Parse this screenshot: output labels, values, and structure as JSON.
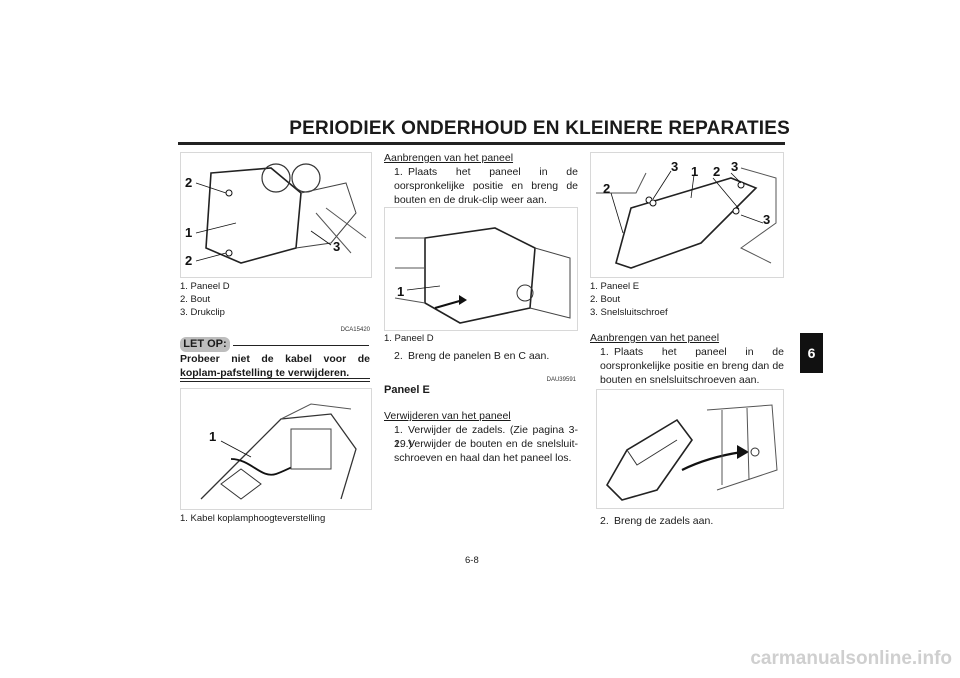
{
  "header": {
    "title": "PERIODIEK ONDERHOUD EN KLEINERE REPARATIES"
  },
  "chapter_tab": "6",
  "figures": {
    "fig1": {
      "callouts": [
        "2",
        "1",
        "2",
        "3"
      ],
      "caption": [
        "1. Paneel D",
        "2. Bout",
        "3. Drukclip"
      ],
      "code": "DCA15420"
    },
    "fig2": {
      "callouts": [
        "1"
      ],
      "caption": [
        "1. Kabel koplamphoogteverstelling"
      ]
    },
    "fig3": {
      "callouts": [
        "1"
      ],
      "caption": [
        "1. Paneel D"
      ]
    },
    "fig4": {
      "callouts": [
        "3",
        "1",
        "2",
        "3",
        "2",
        "3"
      ],
      "caption": [
        "1. Paneel E",
        "2. Bout",
        "3. Snelsluitschroef"
      ]
    }
  },
  "warning": {
    "label": "LET OP:",
    "text": "Probeer niet de kabel voor de koplam-pafstelling te verwijderen."
  },
  "middle": {
    "subhead": "Aanbrengen van het paneel",
    "step1_num": "1.",
    "step1": "Plaats het paneel in de oorspronkelijke positie en breng de bouten en de druk-clip weer aan.",
    "step2_num": "2.",
    "step2": "Breng de panelen B en C aan.",
    "code": "DAU39591",
    "section_title": "Paneel E",
    "subhead2": "Verwijderen van het paneel",
    "step3_num": "1.",
    "step3": "Verwijder de zadels. (Zie pagina 3-19.)",
    "step4_num": "2.",
    "step4": "Verwijder de bouten en de snelsluit-schroeven en haal dan het paneel los."
  },
  "right": {
    "subhead": "Aanbrengen van het paneel",
    "step1_num": "1.",
    "step1": "Plaats het paneel in de oorspronkelijke positie en breng dan de bouten en snelsluitschroeven aan.",
    "step2_num": "2.",
    "step2": "Breng de zadels aan."
  },
  "page_number": "6-8",
  "watermark": "carmanualsonline.info"
}
